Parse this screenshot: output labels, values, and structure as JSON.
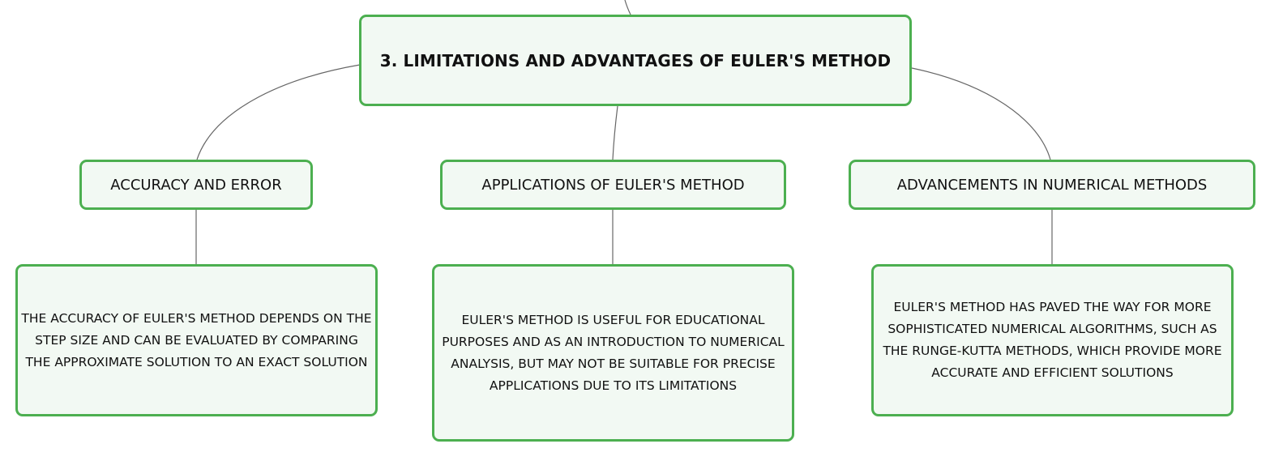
{
  "root": {
    "title": "3. LIMITATIONS AND ADVANTAGES OF EULER'S METHOD"
  },
  "branches": [
    {
      "label": "ACCURACY AND ERROR",
      "detail": "THE ACCURACY OF EULER'S METHOD DEPENDS ON THE STEP SIZE AND CAN BE EVALUATED BY COMPARING THE APPROXIMATE SOLUTION TO AN EXACT SOLUTION"
    },
    {
      "label": "APPLICATIONS OF EULER'S METHOD",
      "detail": "EULER'S METHOD IS USEFUL FOR EDUCATIONAL PURPOSES AND AS AN INTRODUCTION TO NUMERICAL ANALYSIS, BUT MAY NOT BE SUITABLE FOR PRECISE APPLICATIONS DUE TO ITS LIMITATIONS"
    },
    {
      "label": "ADVANCEMENTS IN NUMERICAL METHODS",
      "detail": "EULER'S METHOD HAS PAVED THE WAY FOR MORE SOPHISTICATED NUMERICAL ALGORITHMS, SUCH AS THE RUNGE-KUTTA METHODS, WHICH PROVIDE MORE ACCURATE AND EFFICIENT SOLUTIONS"
    }
  ],
  "colors": {
    "node_border": "#4caf50",
    "node_fill": "#f2f9f3",
    "connector": "#666666",
    "text": "#111111"
  }
}
